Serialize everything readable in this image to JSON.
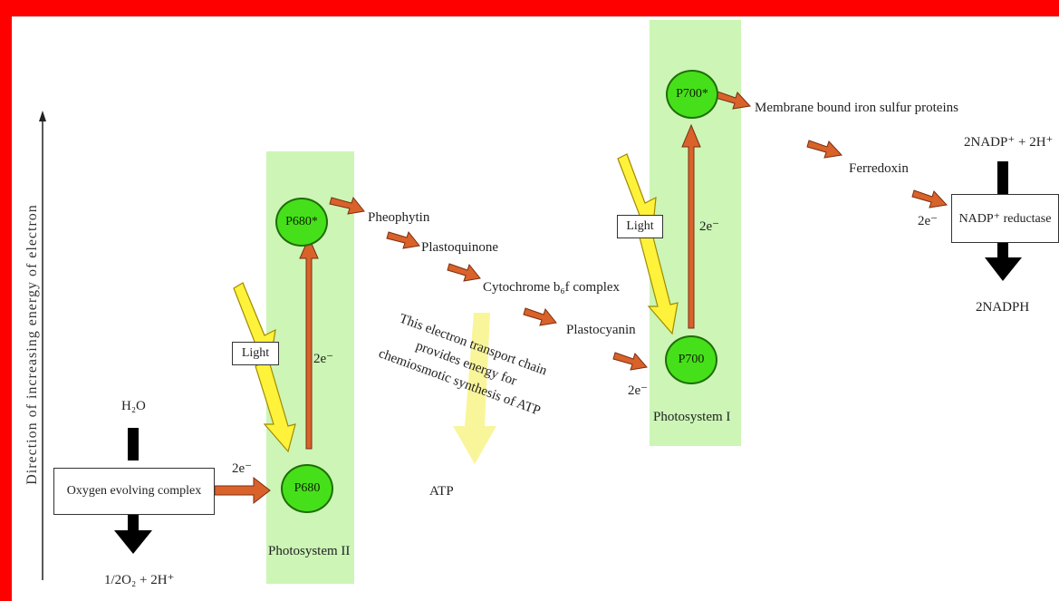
{
  "axis": {
    "label": "Direction of increasing energy of electron"
  },
  "photosystem_ii": {
    "title": "Photosystem II",
    "ground": "P680",
    "excited": "P680*",
    "light": "Light",
    "electrons": "2e⁻"
  },
  "photosystem_i": {
    "title": "Photosystem I",
    "ground": "P700",
    "excited": "P700*",
    "light": "Light",
    "electrons": "2e⁻"
  },
  "water_splitting": {
    "input": "H₂O",
    "complex": "Oxygen evolving complex",
    "output": "1/2O₂ + 2H⁺",
    "electrons": "2e⁻"
  },
  "transport_chain": [
    "Pheophytin",
    "Plastoquinone",
    "Cytochrome b₆f complex",
    "Plastocyanin"
  ],
  "electrons_to_p700": "2e⁻",
  "atp_note": "This electron transport chain provides energy for chemiosmotic synthesis of ATP",
  "atp": "ATP",
  "downstream": {
    "iron_sulfur": "Membrane bound iron sulfur proteins",
    "ferredoxin": "Ferredoxin",
    "electrons": "2e⁻",
    "reductase": "NADP⁺ reductase",
    "nadp_input": "2NADP⁺ + 2H⁺",
    "nadph_output": "2NADPH"
  },
  "colors": {
    "frame": "#ff0000",
    "photosystem_panel": "#ccf5b6",
    "node_fill": "#46e01a",
    "arrow_orange": "#d9622b",
    "lightning": "#fff23a",
    "atp_arrow": "#f7f27a"
  }
}
